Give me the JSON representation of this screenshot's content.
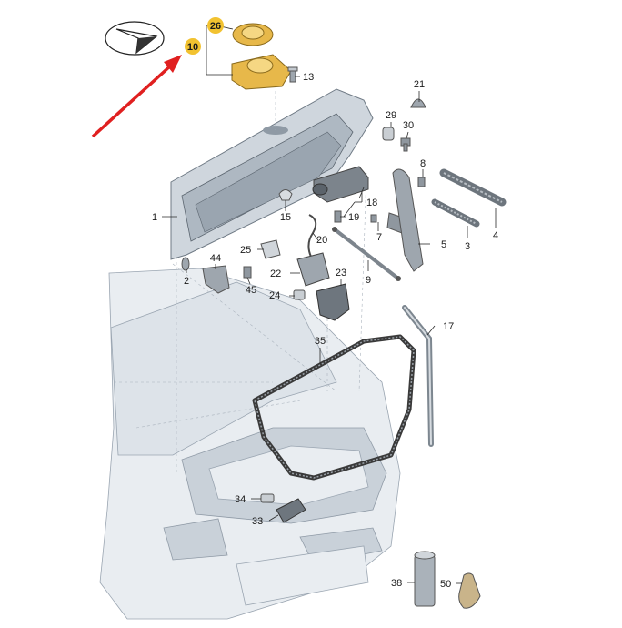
{
  "colors": {
    "highlight_badge": "#f2c230",
    "arrow": "#e02020",
    "car_body": "#e9edf1",
    "part_gray": "#9ea6ae",
    "part_gold": "#e7b84a"
  },
  "icons": [
    "compass-direction-icon",
    "red-pointer-arrow"
  ],
  "parts": {
    "p1": "1",
    "p2": "2",
    "p3": "3",
    "p4": "4",
    "p5": "5",
    "p7": "7",
    "p8": "8",
    "p9": "9",
    "p10": "10",
    "p13": "13",
    "p15": "15",
    "p17": "17",
    "p18": "18",
    "p19": "19",
    "p20": "20",
    "p21": "21",
    "p22": "22",
    "p23": "23",
    "p24": "24",
    "p25": "25",
    "p26": "26",
    "p29": "29",
    "p30": "30",
    "p33": "33",
    "p34": "34",
    "p35": "35",
    "p38": "38",
    "p44": "44",
    "p45": "45",
    "p50": "50"
  }
}
